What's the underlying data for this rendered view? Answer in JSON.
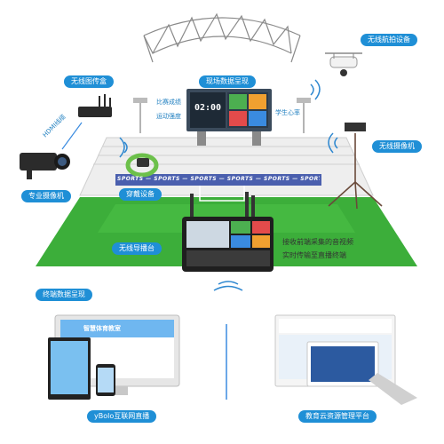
{
  "labels": {
    "wireless_drone": "无线航拍设备",
    "wireless_transmitter": "无线图传盒",
    "live_data": "现场数据呈现",
    "wireless_camera": "无线摄像机",
    "pro_camera": "专业摄像机",
    "wearable": "穿戴设备",
    "wireless_director": "无线导播台",
    "terminal_data": "终端数据呈现",
    "ybolo_live": "yBolo互联网直播",
    "edu_cloud": "教育云资源管理平台"
  },
  "annotations": {
    "race_score": "比赛成绩",
    "exercise_intensity": "运动强度",
    "student_heart_rate": "学生心率",
    "hdmi_cable": "HDMI线缆"
  },
  "scoreboard": {
    "time": "02:00"
  },
  "banner": {
    "text": "SPORTS — SPORTS — SPORTS — SPORTS — SPORTS — SPORTS"
  },
  "director_caption": {
    "line1": "接收前端采集的音视频",
    "line2": "实时传输至直播终端"
  },
  "website": {
    "hero_title": "智慧体育教室"
  },
  "colors": {
    "label_bg": "#1f8fd6",
    "grass": "#3cae3a",
    "stands": "#e8e8e8",
    "accent_green": "#4caf50"
  }
}
